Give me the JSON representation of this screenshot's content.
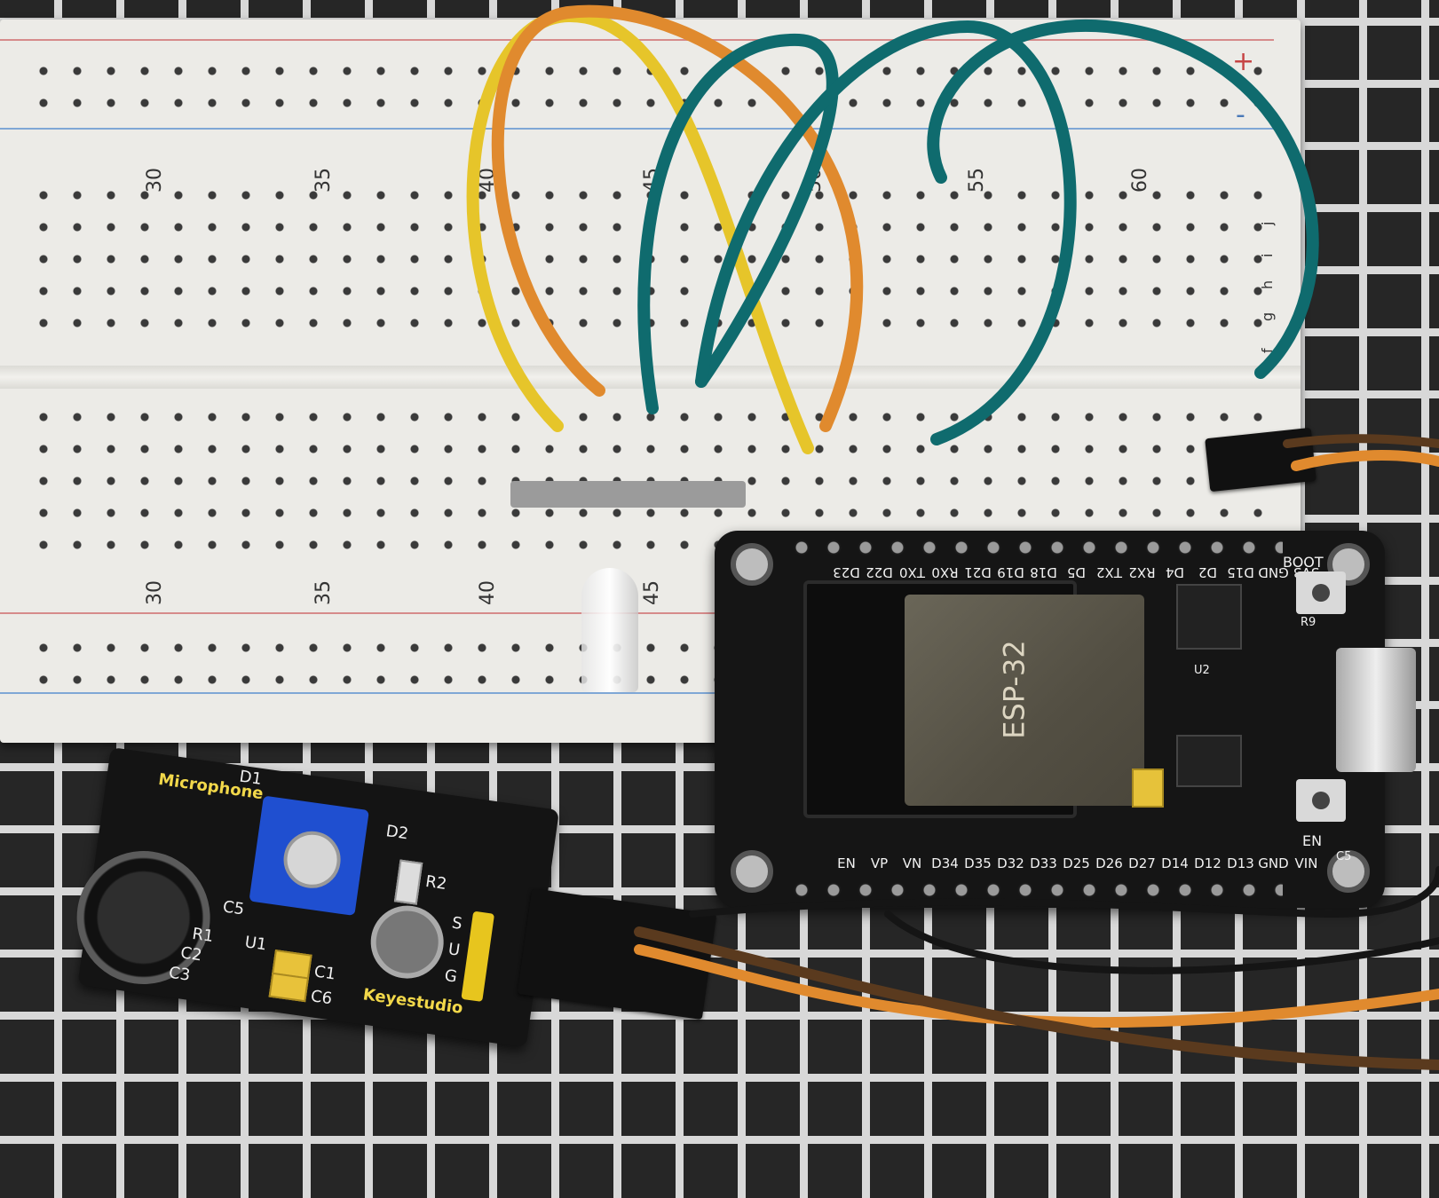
{
  "breadboard": {
    "column_numbers_top": [
      "30",
      "35",
      "40",
      "45",
      "50",
      "55",
      "60"
    ],
    "column_numbers_bottom": [
      "30",
      "35",
      "40",
      "45"
    ],
    "rail_marks": [
      "+",
      "-"
    ],
    "side_labels": [
      "j",
      "i",
      "h",
      "g",
      "f"
    ]
  },
  "esp32": {
    "top_pins": [
      "3V3",
      "GND",
      "D15",
      "D2",
      "D4",
      "RX2",
      "TX2",
      "D5",
      "D18",
      "D19",
      "D21",
      "RX0",
      "TX0",
      "D22",
      "D23"
    ],
    "bottom_pins": [
      "VIN",
      "GND",
      "D13",
      "D12",
      "D14",
      "D27",
      "D26",
      "D25",
      "D33",
      "D32",
      "D35",
      "D34",
      "VN",
      "VP",
      "EN"
    ],
    "module_label": "ESP-32",
    "button_boot": "BOOT",
    "button_en": "EN",
    "misc_labels": [
      "R9",
      "U2",
      "C5"
    ]
  },
  "mic_module": {
    "title": "Microphone",
    "brand": "Keyestudio",
    "pins": [
      "S",
      "U",
      "G"
    ],
    "parts": [
      "D1",
      "D2",
      "R2",
      "C5",
      "R1",
      "C2",
      "C3",
      "U1",
      "C1",
      "C6"
    ]
  },
  "colors": {
    "wire_yellow": "#e6c52a",
    "wire_orange": "#e08a2e",
    "wire_teal": "#0f6b6e",
    "wire_brown": "#5a3a1e",
    "wire_black": "#151515"
  }
}
